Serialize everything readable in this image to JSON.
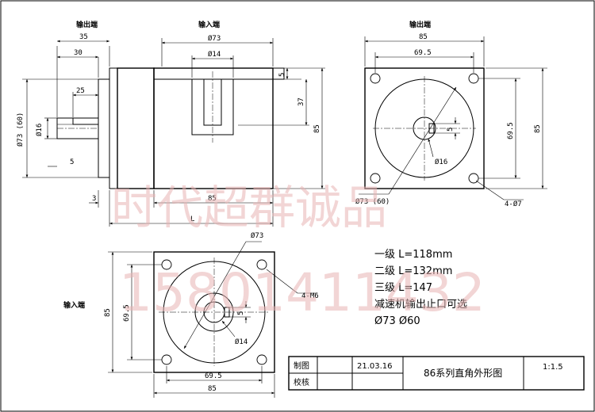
{
  "labels": {
    "output_end": "输出端",
    "input_end": "输入端",
    "output_end_right": "输出端",
    "input_end_bottom": "输入端"
  },
  "dims": {
    "d35": "35",
    "d30": "30",
    "d25": "25",
    "d5a": "5",
    "d3": "3",
    "phi73_60": "Ø73 (60)",
    "phi16": "Ø16",
    "top_phi73": "Ø73",
    "top_phi14": "Ø14",
    "top_5": "5",
    "top_37": "37",
    "top_85": "85",
    "d85_side": "85",
    "dL": "L",
    "r85": "85",
    "r69_5": "69.5",
    "r69_5v": "69.5",
    "r85v": "85",
    "r5": "5",
    "r_phi16": "Ø16",
    "r_phi73_60": "Ø73 (60)",
    "r_4phi7": "4-Ø7",
    "b_phi73": "Ø73",
    "b_4m6": "4-M6",
    "b_85v": "85",
    "b_69_5v": "69.5",
    "b_5": "5",
    "b_phi14": "Ø14",
    "b_69_5": "69.5",
    "b_85": "85"
  },
  "notes": [
    "一级 L=118mm",
    "二级 L=132mm",
    "三级 L=147",
    "减速机输出止口可选",
    "Ø73   Ø60"
  ],
  "title_block": {
    "drawn_label": "制图",
    "check_label": "校核",
    "date": "21.03.16",
    "title": "86系列直角外形图",
    "scale": "1:1.5"
  },
  "watermark": {
    "company": "时代超群诚品",
    "phone": "15801411432",
    "color": "#e8b4b4"
  }
}
